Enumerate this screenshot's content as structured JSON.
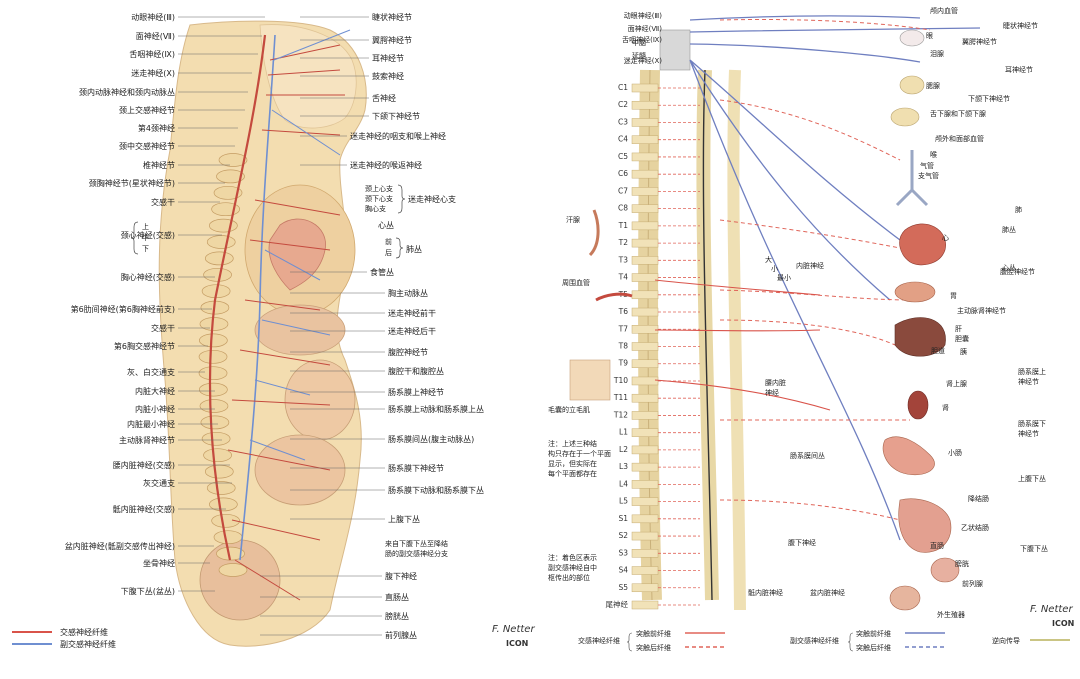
{
  "left_panel": {
    "left_labels": [
      "动眼神经(Ⅲ)",
      "面神经(Ⅶ)",
      "舌咽神经(Ⅸ)",
      "迷走神经(Ⅹ)",
      "颈内动脉神经和颈内动脉丛",
      "颈上交感神经节",
      "第4颈神经",
      "颈中交感神经节",
      "椎神经节",
      "颈胸神经节(星状神经节)",
      "交感干",
      "颈心神经(交感)",
      "胸心神经(交感)",
      "第6肋间神经(第6胸神经前支)",
      "交感干",
      "第6胸交感神经节",
      "灰、白交通支",
      "内脏大神经",
      "内脏小神经",
      "内脏最小神经",
      "主动脉肾神经节",
      "腰内脏神经(交感)",
      "灰交通支",
      "骶内脏神经(交感)",
      "盆内脏神经(骶副交感传出神经)",
      "坐骨神经",
      "下腹下丛(盆丛)"
    ],
    "cardiac_branches": [
      "上",
      "中",
      "下"
    ],
    "right_labels": [
      "睫状神经节",
      "翼腭神经节",
      "耳神经节",
      "鼓索神经",
      "舌神经",
      "下颌下神经节",
      "迷走神经的咽支和喉上神经",
      "迷走神经的喉返神经"
    ],
    "vagus_cardiac": {
      "items": [
        "颈上心支",
        "颈下心支",
        "胸心支"
      ],
      "group": "迷走神经心支"
    },
    "right_labels_2": [
      "心丛"
    ],
    "pulmonary": {
      "items": [
        "前",
        "后"
      ],
      "group": "肺丛"
    },
    "right_labels_3": [
      "食管丛",
      "胸主动脉丛",
      "迷走神经前干",
      "迷走神经后干",
      "腹腔神经节",
      "腹腔干和腹腔丛",
      "肠系膜上神经节",
      "肠系膜上动脉和肠系膜上丛",
      "肠系膜间丛(腹主动脉丛)",
      "肠系膜下神经节",
      "肠系膜下动脉和肠系膜下丛",
      "上腹下丛"
    ],
    "note_lines": [
      "来自下腹下丛至降结",
      "肠的副交感神经分支"
    ],
    "right_labels_4": [
      "腹下神经",
      "直肠丛",
      "膀胱丛",
      "前列腺丛"
    ],
    "legend": [
      {
        "label": "交感神经纤维",
        "color": "#d9534a"
      },
      {
        "label": "副交感神经纤维",
        "color": "#6f8fd1"
      }
    ],
    "signature": "F. Netter",
    "mark": "ICON"
  },
  "right_panel": {
    "top_left_labels": [
      "动眼神经(Ⅲ)",
      "面神经(Ⅶ)",
      "舌咽神经(Ⅸ)",
      "迷走神经(Ⅹ)"
    ],
    "brainstem_labels": [
      "中脑",
      "延髓"
    ],
    "spinal_levels": [
      "C1",
      "C2",
      "C3",
      "C4",
      "C5",
      "C6",
      "C7",
      "C8",
      "T1",
      "T2",
      "T3",
      "T4",
      "T5",
      "T6",
      "T7",
      "T8",
      "T9",
      "T10",
      "T11",
      "T12",
      "L1",
      "L2",
      "L3",
      "L4",
      "L5",
      "S1",
      "S2",
      "S3",
      "S4",
      "S5",
      "尾神经"
    ],
    "mid_labels": {
      "sweat_gland": "汗腺",
      "vessel": "周围血管",
      "hair": "毛囊的立毛肌",
      "thoracic_splanchnic": "内脏神经",
      "splanchnic_sizes": [
        "大",
        "小",
        "最小"
      ],
      "lumbar_splanchnic": [
        "腰内脏",
        "神经"
      ],
      "mesenteric_inter": "肠系膜间丛",
      "hypogastric_n": "腹下神经",
      "sacral_splanchnic": "骶内脏神经",
      "pelvic_splanchnic": "盆内脏神经"
    },
    "notes_top": [
      "注：上述三种结",
      "构只存在于一个平面",
      "显示，但实际在",
      "每个平面都存在"
    ],
    "notes_bottom": [
      "注：着色区表示",
      "副交感神经自中",
      "枢传出的部位"
    ],
    "organ_labels": [
      "颅内血管",
      "睫状神经节",
      "泪腺",
      "翼腭神经节",
      "眼",
      "耳神经节",
      "腮腺",
      "下颌下神经节",
      "舌下腺和下颌下腺",
      "颅外和面部血管",
      "喉",
      "气管",
      "支气管",
      "肺",
      "肺丛",
      "心",
      "心丛",
      "腹腔神经节",
      "胃",
      "主动脉肾神经节",
      "肝",
      "胆囊",
      "胆道",
      "胰",
      "肠系膜上",
      "神经节",
      "肾上腺",
      "肾",
      "肠系膜下",
      "神经节",
      "小肠",
      "上腹下丛",
      "降结肠",
      "乙状结肠",
      "直肠",
      "下腹下丛",
      "膀胱",
      "前列腺",
      "外生殖器"
    ],
    "legend": {
      "sym_title": "交感神经纤维",
      "sym_pre": "突触前纤维",
      "sym_post": "突触后纤维",
      "para_title": "副交感神经纤维",
      "para_pre": "突触前纤维",
      "para_post": "突触后纤维",
      "retro": "逆向传导",
      "colors": {
        "sym": "#e0655a",
        "para": "#6f7fc0",
        "retro": "#b8b25c"
      }
    },
    "signature": "F. Netter",
    "mark": "ICON"
  }
}
